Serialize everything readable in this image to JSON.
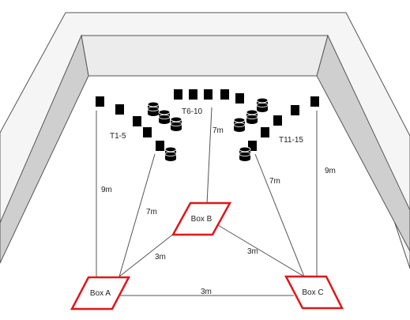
{
  "labels": {
    "group_left": "T1-5",
    "group_center": "T6-10",
    "group_right": "T11-15",
    "box_a": "Box A",
    "box_b": "Box B",
    "box_c": "Box C"
  },
  "distances": {
    "left_vertical": "9m",
    "right_vertical": "9m",
    "a_to_left_group": "7m",
    "b_to_center_group": "7m",
    "c_to_right_group": "7m",
    "a_to_b": "3m",
    "b_to_c": "3m",
    "a_to_c": "3m"
  },
  "colors": {
    "wall_top": "#f5f5f5",
    "wall_side": "#cfcfcf",
    "wall_edge": "#555555",
    "box_outline": "#e0161b",
    "line": "#555555",
    "marker": "#000000"
  }
}
